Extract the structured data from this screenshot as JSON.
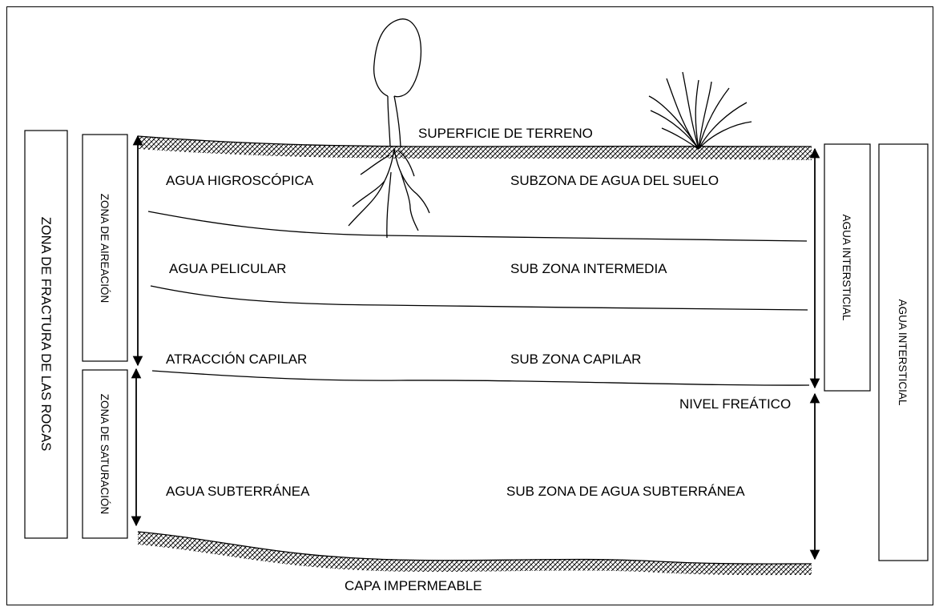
{
  "surface_label": "SUPERFICIE DE TERRENO",
  "impermeable_label": "CAPA IMPERMEABLE",
  "water_table_label": "NIVEL FREÁTICO",
  "left_layers": [
    "AGUA HIGROSCÓPICA",
    "AGUA PELICULAR",
    "ATRACCIÓN CAPILAR",
    "AGUA SUBTERRÁNEA"
  ],
  "right_layers": [
    "SUBZONA DE AGUA DEL SUELO",
    "SUB ZONA INTERMEDIA",
    "SUB ZONA CAPILAR",
    "SUB ZONA DE AGUA SUBTERRÁNEA"
  ],
  "zones": {
    "outer_left": "ZONA DE FRACTURA DE LAS ROCAS",
    "aeration": "ZONA DE AIREACIÓN",
    "saturation": "ZONA DE SATURACIÓN",
    "interstitial_inner": "AGUA INTERSTICIAL",
    "interstitial_outer": "AGUA INTERSTICIAL"
  },
  "colors": {
    "line": "#000000",
    "background": "#ffffff"
  }
}
